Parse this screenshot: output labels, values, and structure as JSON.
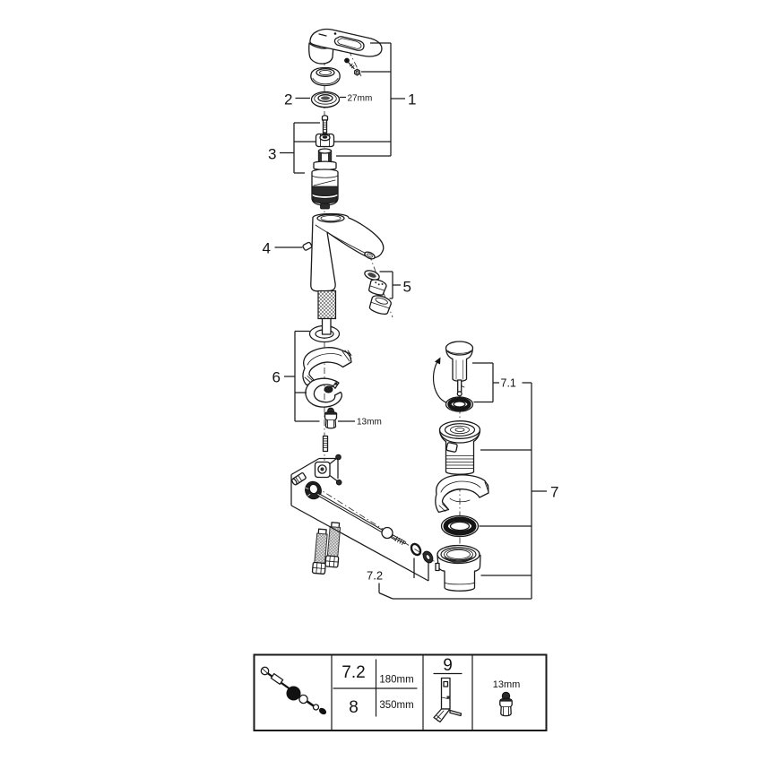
{
  "diagram": {
    "background": "#ffffff",
    "line_color": "#1a1a1a",
    "callouts": {
      "n1": "1",
      "n2": "2",
      "n3": "3",
      "n4": "4",
      "n5": "5",
      "n6": "6",
      "n7": "7",
      "n7_1": "7.1",
      "n7_2": "7.2",
      "escutcheon_ring_size": "27mm",
      "mounting_nut_size": "13mm"
    },
    "parts_table": {
      "rows": [
        {
          "part": "7.2",
          "length": "180mm"
        },
        {
          "part": "8",
          "length": "350mm"
        }
      ],
      "tool_label": "9",
      "socket_size": "13mm"
    }
  }
}
